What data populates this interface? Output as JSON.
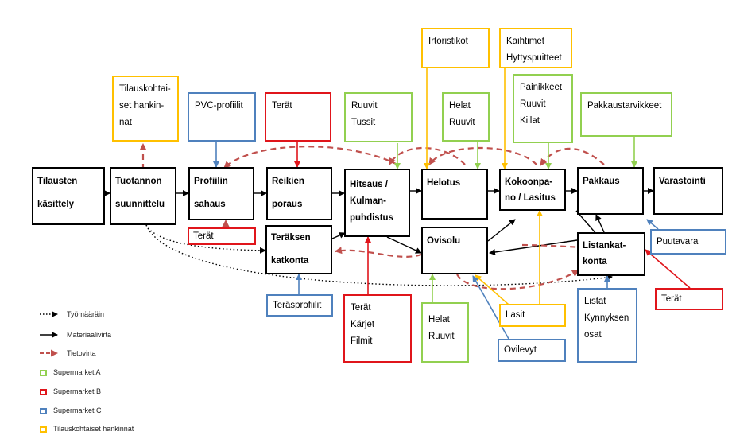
{
  "process_boxes": [
    {
      "id": "tilausten",
      "lines": [
        "Tilausten",
        "käsittely"
      ]
    },
    {
      "id": "tuotannon",
      "lines": [
        "Tuotannon",
        "suunnittelu"
      ]
    },
    {
      "id": "profiilin",
      "lines": [
        "Profiilin",
        "sahaus"
      ]
    },
    {
      "id": "reikien",
      "lines": [
        "Reikien",
        "poraus"
      ]
    },
    {
      "id": "hitsaus",
      "lines": [
        "Hitsaus /",
        "Kulman-",
        "puhdistus"
      ]
    },
    {
      "id": "helotus",
      "lines": [
        "Helotus"
      ]
    },
    {
      "id": "kokoonpano",
      "lines": [
        "Kokoonpa-",
        "no / Lasitus"
      ]
    },
    {
      "id": "pakkaus",
      "lines": [
        "Pakkaus"
      ]
    },
    {
      "id": "varastointi",
      "lines": [
        "Varastointi"
      ]
    },
    {
      "id": "teraksen",
      "lines": [
        "Teräksen",
        "katkonta"
      ]
    },
    {
      "id": "ovisolu",
      "lines": [
        "Ovisolu"
      ]
    },
    {
      "id": "listankatkonta",
      "lines": [
        "Listankat-",
        "konta"
      ]
    }
  ],
  "supply_boxes": [
    {
      "id": "tilauskohtaiset",
      "color": "yellow",
      "lines": [
        "Tilauskohtai-",
        "set hankin-",
        "nat"
      ]
    },
    {
      "id": "pvc",
      "color": "blue",
      "lines": [
        "PVC-profiilit"
      ]
    },
    {
      "id": "terat_top",
      "color": "red",
      "lines": [
        "Terät"
      ]
    },
    {
      "id": "ruuvit_tussit",
      "color": "green",
      "lines": [
        "Ruuvit",
        "Tussit"
      ]
    },
    {
      "id": "irtoristikot",
      "color": "yellow",
      "lines": [
        "Irtoristikot"
      ]
    },
    {
      "id": "helat_ruuvit_top",
      "color": "green",
      "lines": [
        "Helat",
        "Ruuvit"
      ]
    },
    {
      "id": "kaihtimet",
      "color": "yellow",
      "lines": [
        "Kaihtimet",
        "Hyttyspuitteet"
      ]
    },
    {
      "id": "painikkeet",
      "color": "green",
      "lines": [
        "Painikkeet",
        "Ruuvit",
        "Kiilat"
      ]
    },
    {
      "id": "pakkaustarvikkeet",
      "color": "green",
      "lines": [
        "Pakkaustarvikkeet"
      ]
    },
    {
      "id": "terat_mid",
      "color": "red",
      "lines": [
        "Terät"
      ]
    },
    {
      "id": "puutavara",
      "color": "blue",
      "lines": [
        "Puutavara"
      ]
    },
    {
      "id": "terasprofiilit",
      "color": "blue",
      "lines": [
        "Teräsprofiilit"
      ]
    },
    {
      "id": "terat_karjet",
      "color": "red",
      "lines": [
        "Terät",
        "Kärjet",
        "Filmit"
      ]
    },
    {
      "id": "helat_ruuvit_bottom",
      "color": "green",
      "lines": [
        "Helat",
        "Ruuvit"
      ]
    },
    {
      "id": "lasit",
      "color": "yellow",
      "lines": [
        "Lasit"
      ]
    },
    {
      "id": "ovilevyt",
      "color": "blue",
      "lines": [
        "Ovilevyt"
      ]
    },
    {
      "id": "listat",
      "color": "blue",
      "lines": [
        "Listat",
        "Kynnyksen",
        "osat"
      ]
    },
    {
      "id": "terat_right",
      "color": "red",
      "lines": [
        "Terät"
      ]
    }
  ],
  "legend": {
    "tyomaarain": "Työmääräin",
    "materiaalivirta": "Materiaalivirta",
    "tietovirta": "Tietovirta",
    "supermarket_a": "Supermarket A",
    "supermarket_b": "Supermarket B",
    "supermarket_c": "Supermarket C",
    "tilauskohtaiset": "Tilauskohtaiset hankinnat"
  },
  "colors": {
    "green": "#92d050",
    "red": "#e0151b",
    "blue": "#4f81bd",
    "yellow": "#ffc000",
    "info_flow": "#c0504d",
    "material_flow": "#000000"
  }
}
